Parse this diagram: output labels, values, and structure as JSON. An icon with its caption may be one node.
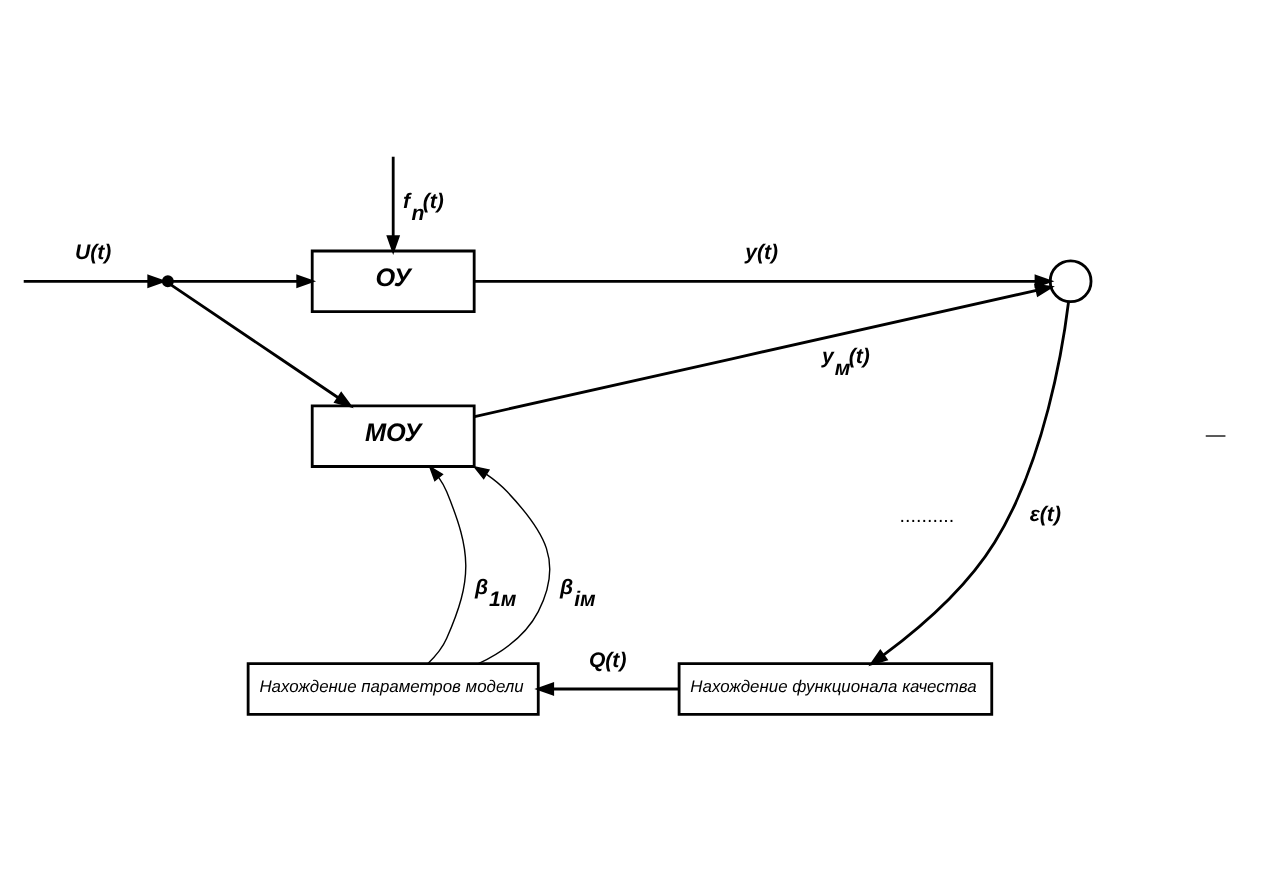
{
  "diagram": {
    "nodes": [
      {
        "text": [
          "ОУ"
        ]
      },
      {
        "text": [
          "МОУ"
        ]
      },
      {
        "text": [],
        "shape": "circle"
      },
      {
        "text": [
          "Нахождение функционала качества"
        ]
      },
      {
        "text": [
          "Нахождение параметров модели"
        ]
      },
      {
        "text": [],
        "shape": "dot"
      }
    ],
    "edges": [
      {
        "from": null,
        "to": 5,
        "arrow": "to",
        "label": "U(t)"
      },
      {
        "from": 5,
        "to": 0,
        "arrow": "to"
      },
      {
        "from": 5,
        "to": 1,
        "arrow": "to"
      },
      {
        "from": null,
        "to": 0,
        "arrow": "to",
        "label": "f$_{n}$(t)"
      },
      {
        "from": 0,
        "to": 2,
        "arrow": "to",
        "label": "y(t)"
      },
      {
        "from": 1,
        "to": 2,
        "arrow": "to",
        "label": "y$_{м}$(t)"
      },
      {
        "from": 2,
        "to": 3,
        "arrow": "to",
        "label": "ε(t)"
      },
      {
        "from": 3,
        "to": 4,
        "arrow": "to",
        "label": "Q(t)"
      },
      {
        "from": 4,
        "to": 1,
        "arrow": "to",
        "label": "β$_{1м}$"
      },
      {
        "from": 4,
        "to": 1,
        "arrow": "to",
        "label": "β$_{iм}$"
      }
    ],
    "labels": [
      "—",
      ".........."
    ]
  }
}
